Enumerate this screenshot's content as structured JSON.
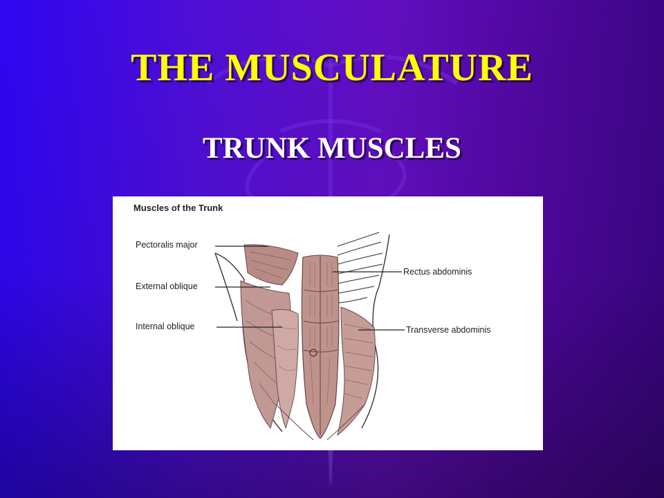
{
  "slide": {
    "title": "THE MUSCULATURE",
    "subtitle": "TRUNK MUSCLES"
  },
  "figure": {
    "heading": "Muscles of the Trunk",
    "labels": {
      "pectoralis_major": "Pectoralis major",
      "external_oblique": "External oblique",
      "internal_oblique": "Internal oblique",
      "rectus_abdominis": "Rectus abdominis",
      "transverse_abdominis": "Transverse abdominis"
    }
  },
  "colors": {
    "title": "#ffff00",
    "subtitle": "#ffffff",
    "background_left": "#2e06f2",
    "background_right": "#3c0586"
  },
  "icons": {
    "watermark": "caduceus-watermark-icon"
  }
}
